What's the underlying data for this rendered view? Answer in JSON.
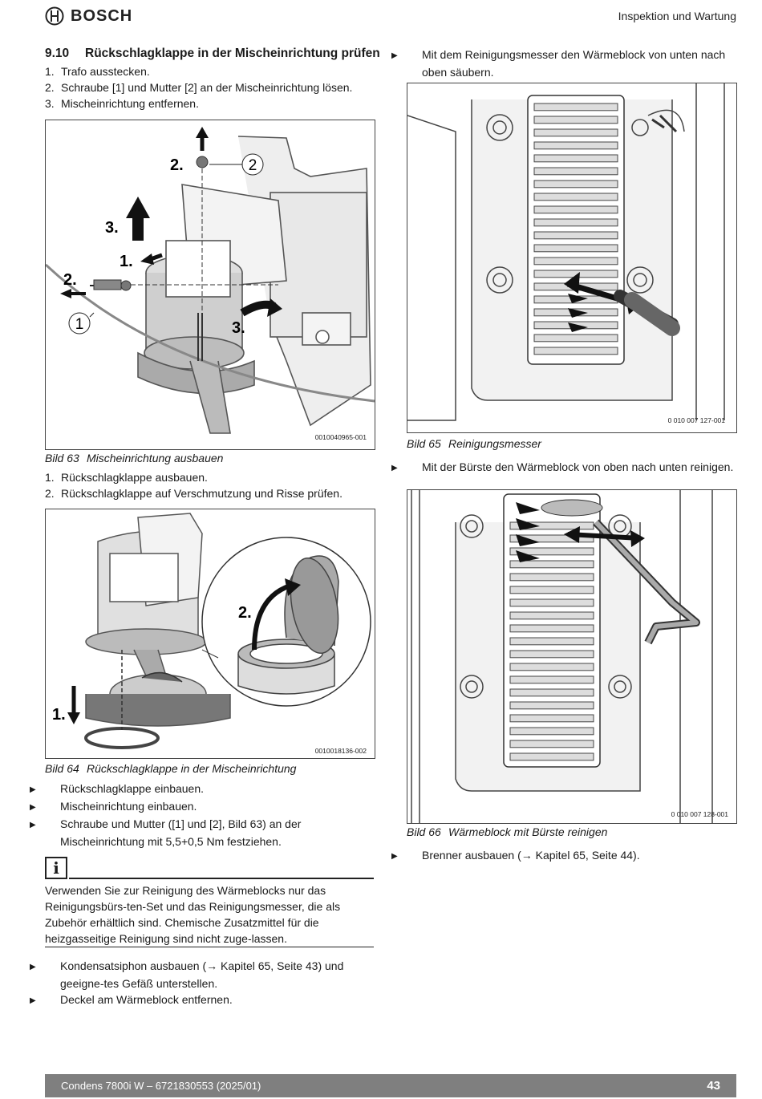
{
  "header": {
    "brand": "BOSCH",
    "section": "Inspektion und Wartung"
  },
  "left": {
    "heading_number": "9.10",
    "heading_title": "Rückschlagklappe in der Mischeinrichtung prüfen",
    "steps_a": [
      {
        "n": "1.",
        "text": "Trafo ausstecken."
      },
      {
        "n": "2.",
        "text": "Schraube [1] und Mutter [2] an der Mischeinrichtung lösen."
      },
      {
        "n": "3.",
        "text": "Mischeinrichtung entfernen."
      }
    ],
    "fig63": {
      "code": "0010040965-001",
      "caption_label": "Bild 63",
      "caption_text": "Mischeinrichtung ausbauen",
      "callouts": {
        "two_a": "2.",
        "three_a": "3.",
        "one": "1.",
        "two_b": "2.",
        "three_b": "3.",
        "ref1": "1",
        "ref2": "2"
      }
    },
    "steps_b": [
      {
        "n": "1.",
        "text": "Rückschlagklappe ausbauen."
      },
      {
        "n": "2.",
        "text": "Rückschlagklappe auf Verschmutzung und Risse prüfen."
      }
    ],
    "fig64": {
      "code": "0010018136-002",
      "caption_label": "Bild 64",
      "caption_text": "Rückschlagklappe in der Mischeinrichtung",
      "callouts": {
        "two": "2.",
        "one": "1."
      }
    },
    "bullets_a": [
      "Rückschlagklappe einbauen.",
      "Mischeinrichtung einbauen.",
      "Schraube und Mutter ([1] und [2], Bild 63) an der Mischeinrichtung mit 5,5+0,5 Nm festziehen."
    ],
    "note": {
      "icon": "i",
      "text": "Verwenden Sie zur Reinigung des Wärmeblocks nur das Reinigungsbürs-ten-Set und das Reinigungsmesser, die als Zubehör erhältlich sind. Chemische Zusatzmittel für die heizgasseitige Reinigung sind nicht zuge-lassen."
    },
    "bullets_b": [
      "Kondensatsiphon ausbauen (→ Kapitel 65, Seite 43) und geeigne-tes Gefäß unterstellen.",
      "Deckel am Wärmeblock entfernen."
    ]
  },
  "right": {
    "bullet_a": "Mit dem Reinigungsmesser den Wärmeblock von unten nach oben säubern.",
    "fig65": {
      "code": "0 010 007 127-001",
      "caption_label": "Bild 65",
      "caption_text": "Reinigungsmesser"
    },
    "bullet_b": "Mit der Bürste den Wärmeblock von oben nach unten reinigen.",
    "fig66": {
      "code": "0 010 007 128-001",
      "caption_label": "Bild 66",
      "caption_text": "Wärmeblock mit Bürste reinigen"
    },
    "bullet_c": "Brenner ausbauen (→ Kapitel 65, Seite  44)."
  },
  "footer": {
    "text": "Condens 7800i W – 6721830553 (2025/01)",
    "page": "43"
  }
}
